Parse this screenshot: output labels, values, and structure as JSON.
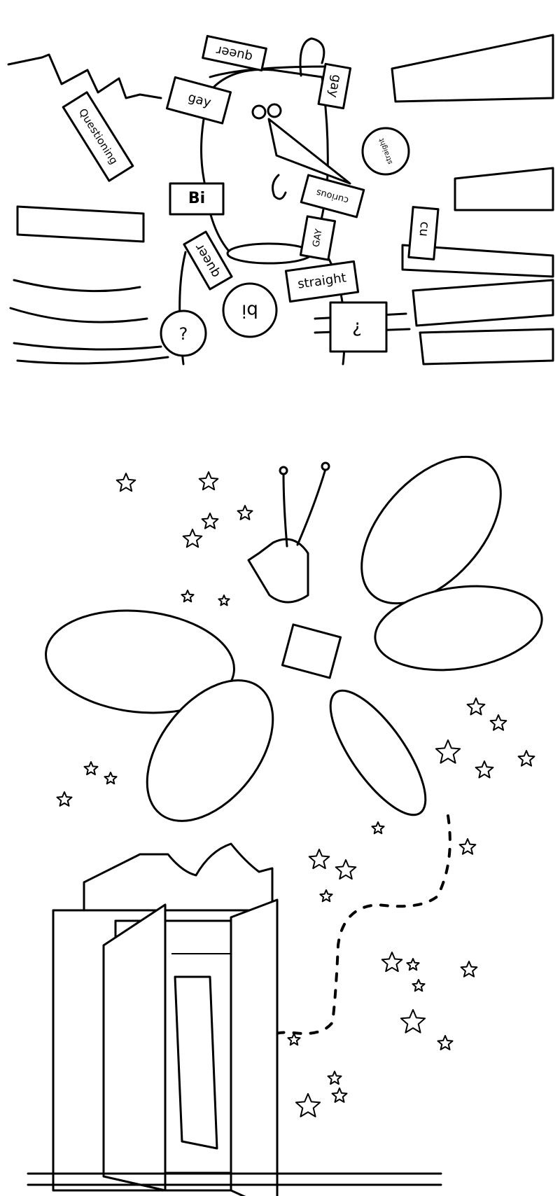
{
  "labels": {
    "queer_top": "queer",
    "gay_tag": "gay",
    "gay_ear": "gay",
    "questioning": "Questioning",
    "straight_coin": "straight",
    "bi_tag": "Bi",
    "curious": "curious",
    "cu_tag": "cu",
    "gay_receipt": "GAY",
    "queer_lower": "queer",
    "straight_tag": "straight",
    "bi_coin": "bi",
    "question_coin": "?",
    "question_sign": "?"
  },
  "colors": {
    "ink": "#000000",
    "paper": "#ffffff"
  }
}
